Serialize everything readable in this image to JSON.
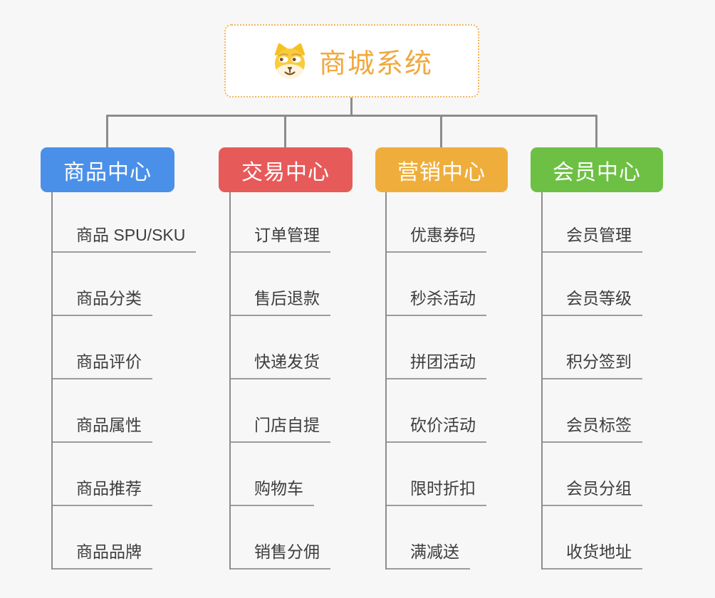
{
  "root": {
    "title": "商城系统",
    "icon": "doge-icon",
    "accent_color": "#F0A93E",
    "border_color": "#F2B45A"
  },
  "connector_color": "#8C8C8C",
  "categories": [
    {
      "label": "商品中心",
      "color": "#4A90E8",
      "children": [
        "商品 SPU/SKU",
        "商品分类",
        "商品评价",
        "商品属性",
        "商品推荐",
        "商品品牌"
      ]
    },
    {
      "label": "交易中心",
      "color": "#E75A5A",
      "children": [
        "订单管理",
        "售后退款",
        "快递发货",
        "门店自提",
        "购物车",
        "销售分佣"
      ]
    },
    {
      "label": "营销中心",
      "color": "#EFAE3C",
      "children": [
        "优惠券码",
        "秒杀活动",
        "拼团活动",
        "砍价活动",
        "限时折扣",
        "满减送"
      ]
    },
    {
      "label": "会员中心",
      "color": "#6EC044",
      "children": [
        "会员管理",
        "会员等级",
        "积分签到",
        "会员标签",
        "会员分组",
        "收货地址"
      ]
    }
  ]
}
